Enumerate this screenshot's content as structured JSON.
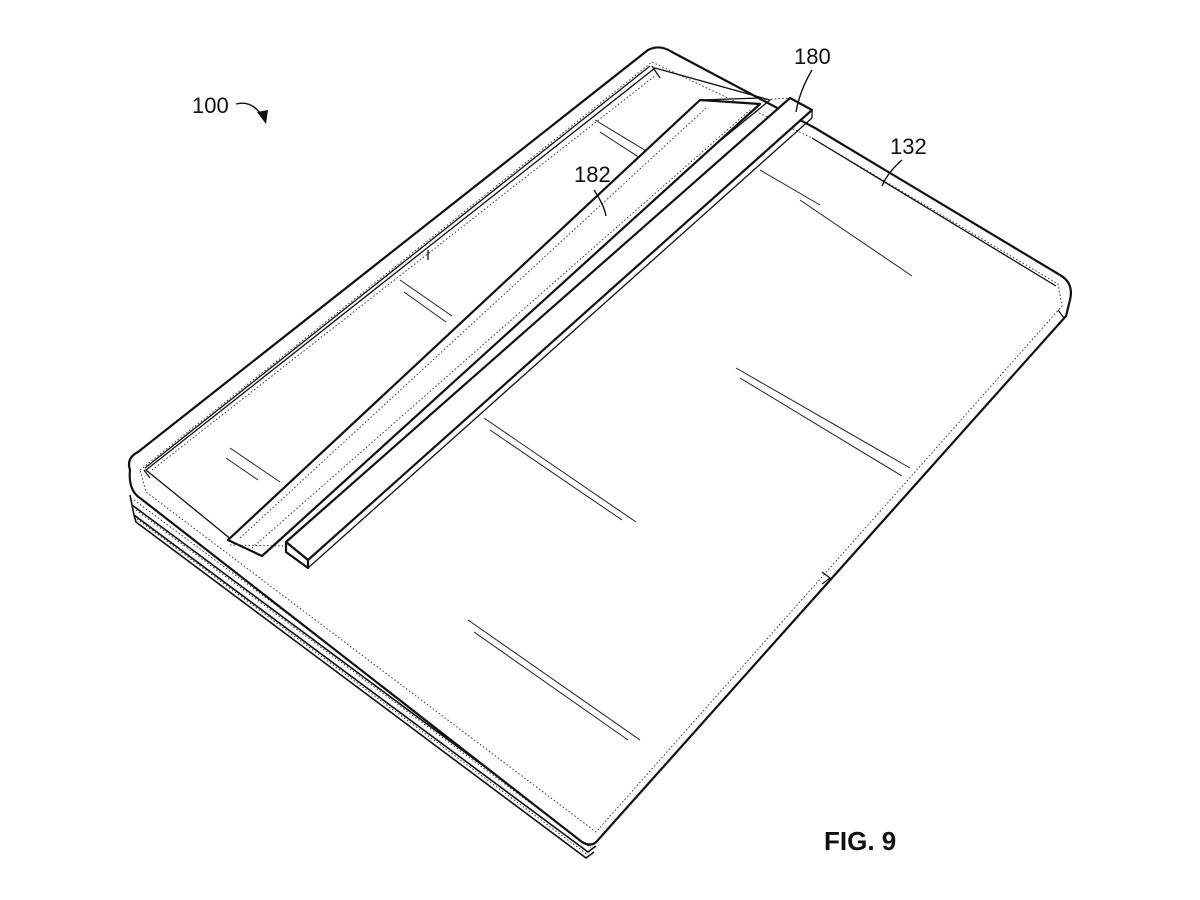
{
  "figure": {
    "caption": "FIG. 9"
  },
  "labels": {
    "ref_100": "100",
    "ref_180": "180",
    "ref_182": "182",
    "ref_132": "132"
  }
}
